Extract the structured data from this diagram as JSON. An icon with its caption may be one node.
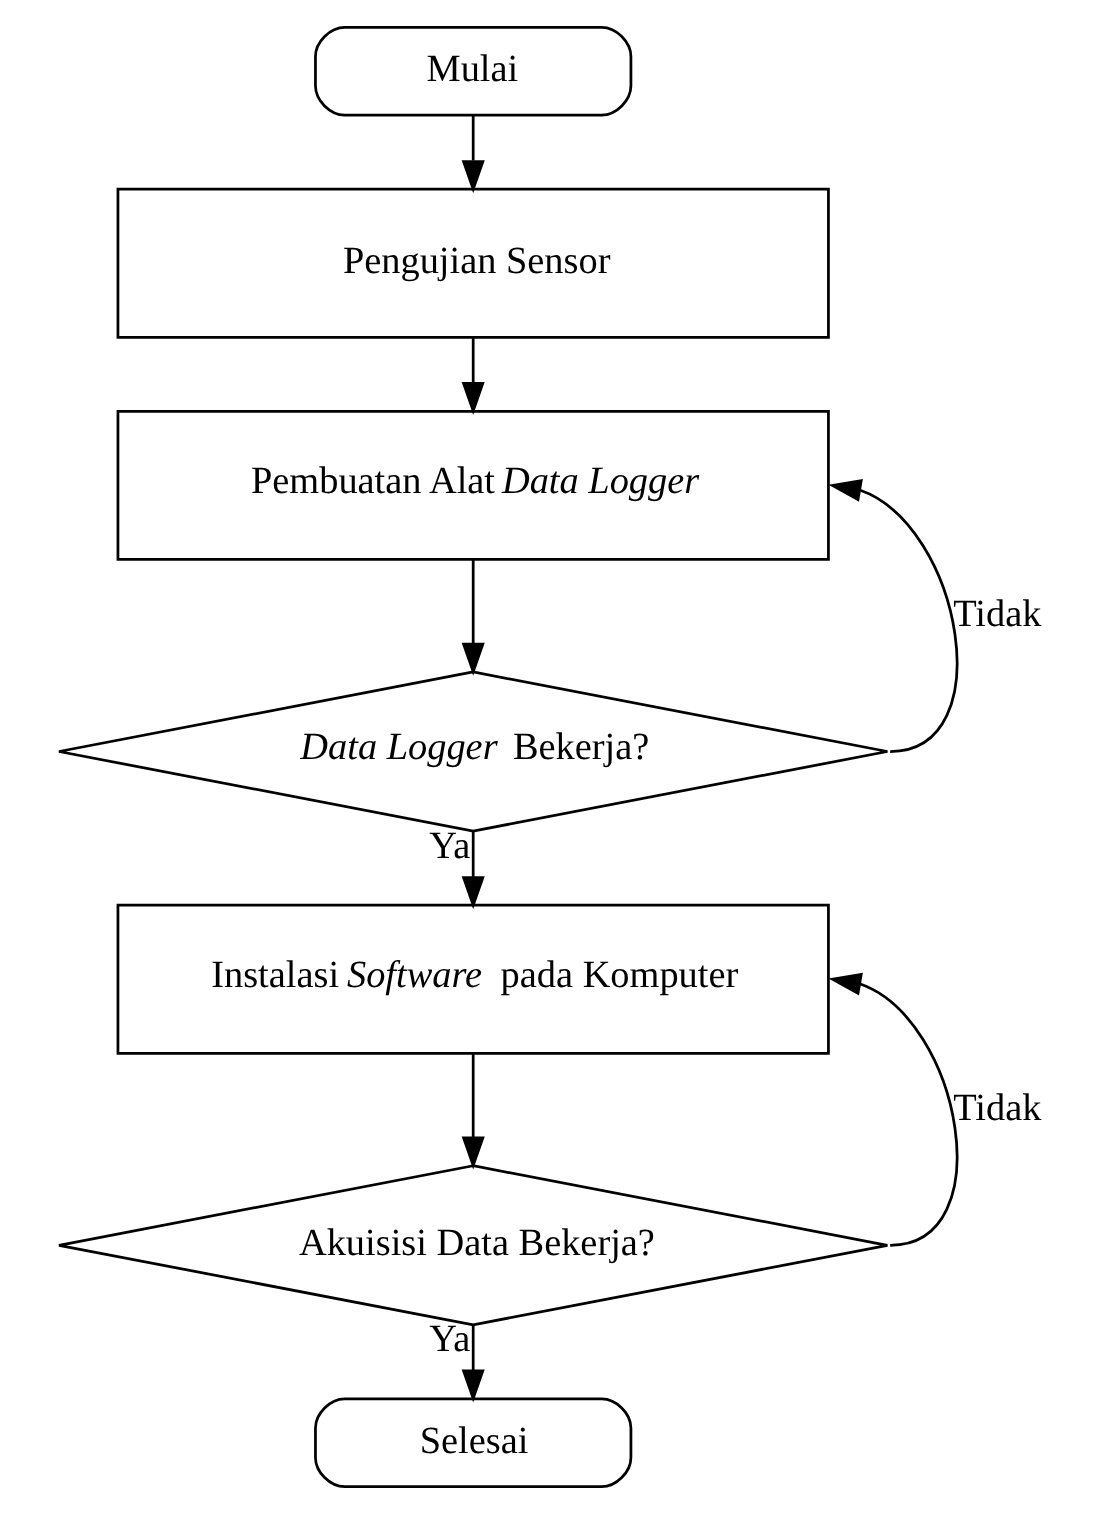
{
  "diagram": {
    "nodes": [
      {
        "text": [
          "Mulai"
        ]
      },
      {
        "text": [
          "Pengujian Sensor"
        ]
      },
      {
        "text": [
          "Pembuatan Alat *Data Logger*"
        ]
      },
      {
        "text": [
          "*Data Logger* Bekerja?"
        ]
      },
      {
        "text": [
          "Instalasi *Software* pada Komputer"
        ]
      },
      {
        "text": [
          "Akuisisi Data Bekerja?"
        ]
      },
      {
        "text": [
          "Selesai"
        ]
      }
    ],
    "edges": [
      {
        "from": 0,
        "to": 1,
        "arrow": "to"
      },
      {
        "from": 1,
        "to": 2,
        "arrow": "to"
      },
      {
        "from": 2,
        "to": 3,
        "arrow": "to"
      },
      {
        "from": 3,
        "to": 2,
        "arrow": "to",
        "label": "Tidak"
      },
      {
        "from": 3,
        "to": 4,
        "arrow": "to",
        "label": "Ya"
      },
      {
        "from": 4,
        "to": 5,
        "arrow": "to"
      },
      {
        "from": 5,
        "to": 4,
        "arrow": "to",
        "label": "Tidak"
      },
      {
        "from": 5,
        "to": 6,
        "arrow": "to",
        "label": "Ya"
      }
    ]
  }
}
